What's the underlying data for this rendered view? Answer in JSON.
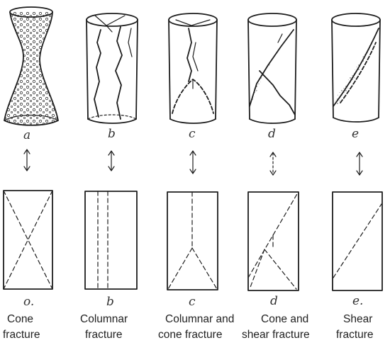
{
  "specimens": [
    {
      "sketch_letter": "a",
      "schematic_letter": "o.",
      "caption_lines": [
        "Cone",
        "fracture"
      ],
      "arrow_style": "solid"
    },
    {
      "sketch_letter": "b",
      "schematic_letter": "b",
      "caption_lines": [
        "Columnar",
        "fracture"
      ],
      "arrow_style": "solid"
    },
    {
      "sketch_letter": "c",
      "schematic_letter": "c",
      "caption_lines": [
        "Columnar and",
        "cone fracture"
      ],
      "arrow_style": "solid"
    },
    {
      "sketch_letter": "d",
      "schematic_letter": "d",
      "caption_lines": [
        "Cone and",
        "shear fracture"
      ],
      "arrow_style": "dashed"
    },
    {
      "sketch_letter": "e",
      "schematic_letter": "e.",
      "caption_lines": [
        "Shear",
        "fracture"
      ],
      "arrow_style": "solid"
    }
  ]
}
